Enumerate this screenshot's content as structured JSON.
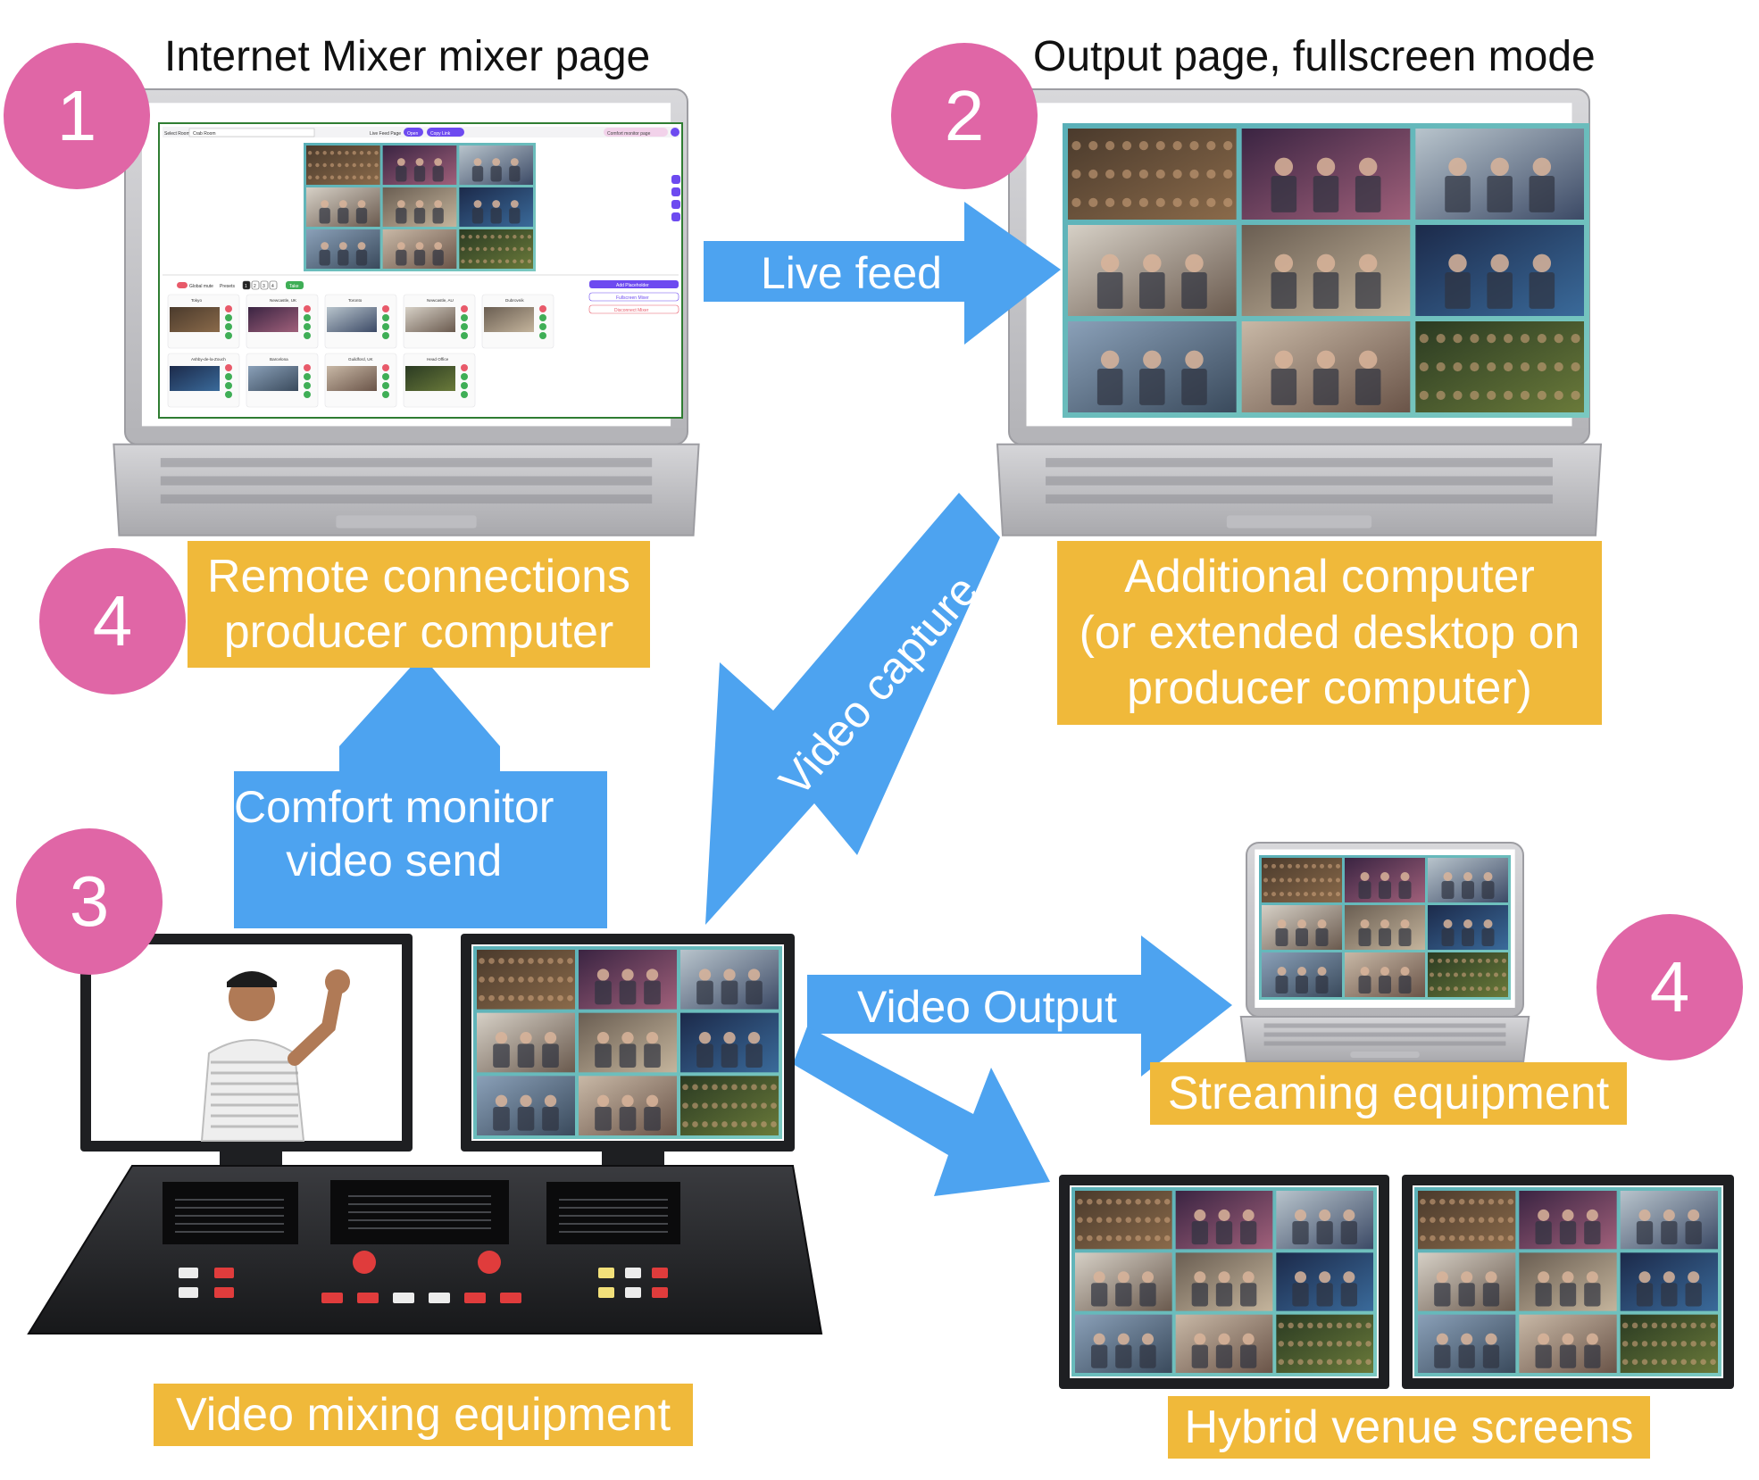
{
  "captions": {
    "mixer_page": "Internet Mixer mixer page",
    "output_page": "Output page, fullscreen mode"
  },
  "steps": {
    "one": "1",
    "two": "2",
    "three": "3",
    "four_left": "4",
    "four_right": "4"
  },
  "arrows": {
    "live_feed": "Live feed",
    "video_capture": "Video capture",
    "comfort_monitor": [
      "Comfort monitor",
      "video send"
    ],
    "video_output": "Video Output"
  },
  "labels": {
    "remote_connections": [
      "Remote connections",
      "producer computer"
    ],
    "additional_computer": [
      "Additional computer",
      "(or extended desktop on",
      "producer computer)"
    ],
    "video_mixing": "Video mixing equipment",
    "streaming": "Streaming equipment",
    "hybrid_venue": "Hybrid venue screens"
  },
  "mixer_ui": {
    "select_room_label": "Select Room",
    "room_value": "Crab Room",
    "live_feed_page": "Live Feed Page",
    "open_button": "Open",
    "copy_link_button": "Copy Link",
    "comfort_monitor_page": "Comfort monitor page",
    "global_mute": "Global mute",
    "presets": "Presets",
    "preset_numbers": [
      "1",
      "2",
      "3",
      "4"
    ],
    "take_button": "Take",
    "add_placeholder": "Add Placeholder",
    "fullscreen_mixer": "Fullscreen Mixer",
    "disconnect_mixer": "Disconnect Mixer",
    "sources": [
      "Tokyo",
      "Newcastle, UK",
      "Toronto",
      "Newcastle, AU",
      "Dubrovnik",
      "Ashby-de-la-Zouch",
      "Barcelona",
      "Guildford, UK",
      "Head Office"
    ]
  },
  "colors": {
    "step_circle": "#e066a6",
    "label_box": "#f0b93a",
    "arrow": "#4da3f0",
    "laptop_body": "#c9c9cc",
    "equipment": "#2a2b2e"
  },
  "icons": {
    "people_tiles": "video-tile-icon",
    "presenter": "presenter-icon"
  }
}
